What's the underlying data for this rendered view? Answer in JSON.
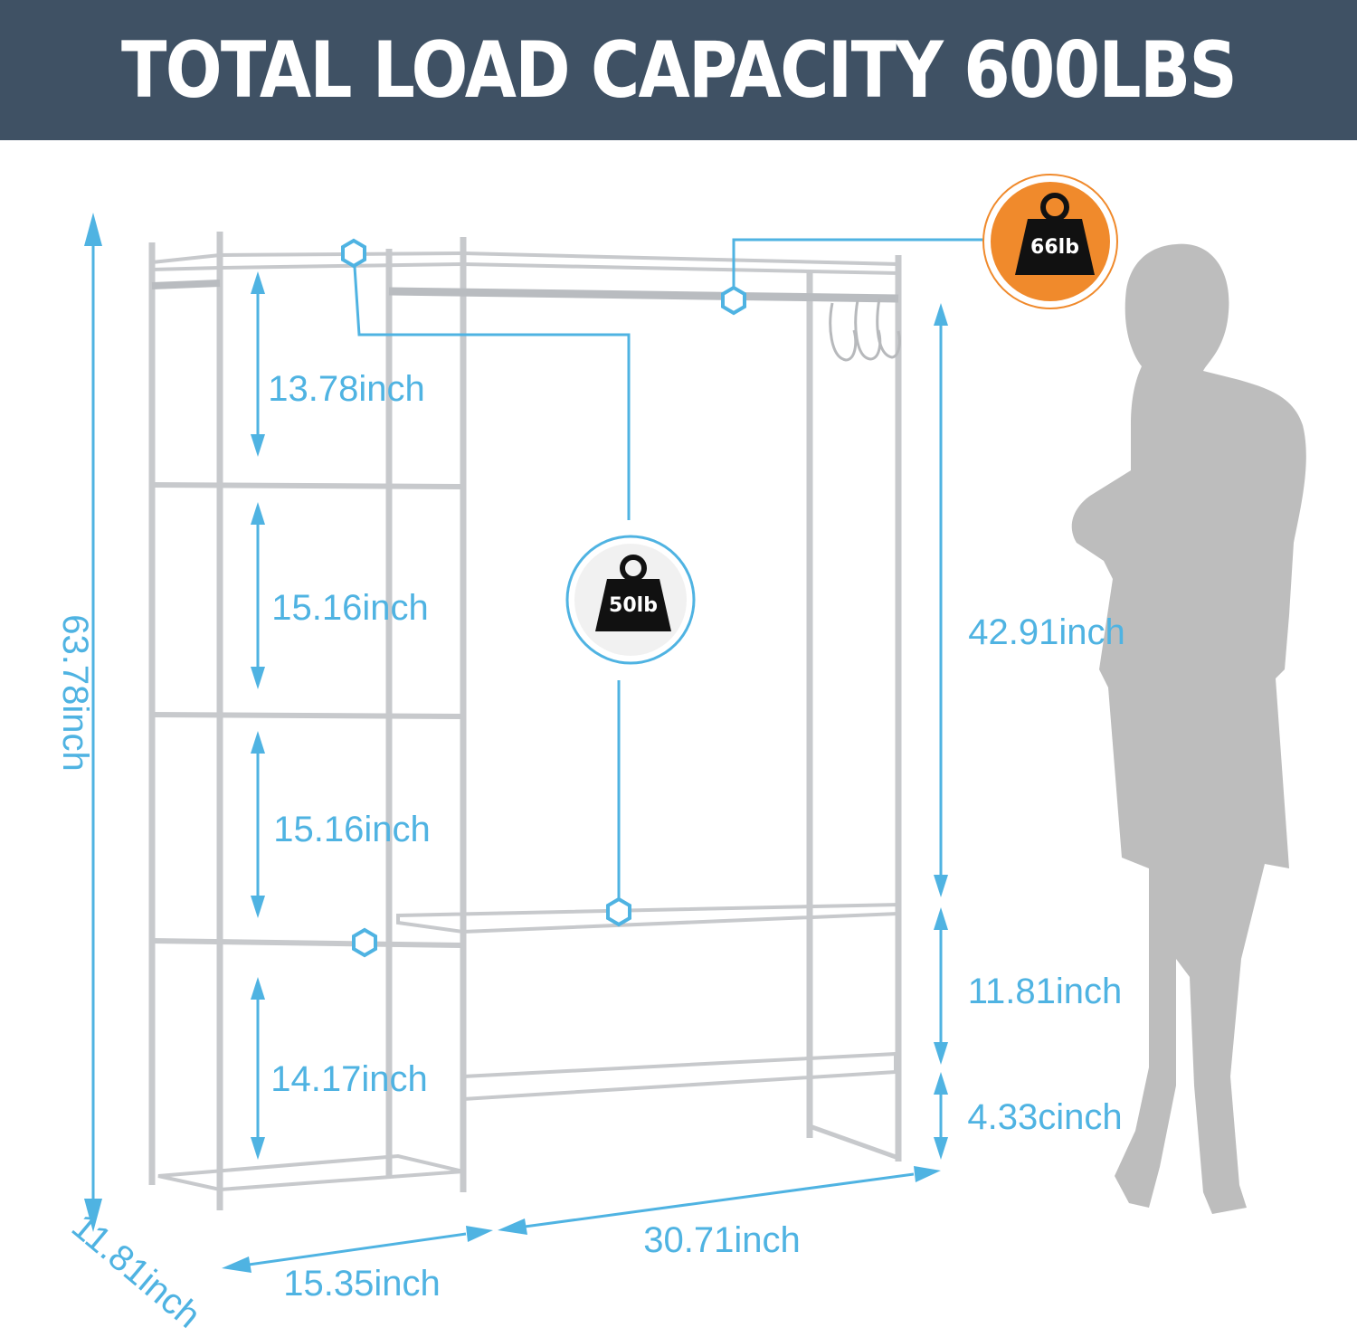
{
  "banner": {
    "title": "TOTAL LOAD CAPACITY 600LBS"
  },
  "dimensions": {
    "total_height": "63.78inch",
    "depth": "11.81inch",
    "left_width": "15.35inch",
    "right_width": "30.71inch",
    "shelf_gap_1": "13.78inch",
    "shelf_gap_2": "15.16inch",
    "shelf_gap_3": "15.16inch",
    "shelf_gap_4": "14.17inch",
    "hanging_height": "42.91inch",
    "lower_gap": "11.81inch",
    "bottom_clearance": "4.33cinch"
  },
  "badges": {
    "rod_load": "66lb",
    "shelf_load": "50lb"
  },
  "colors": {
    "banner_bg": "#3f5164",
    "banner_text": "#ffffff",
    "dimension_blue": "#4fb3e2",
    "rack_silver": "#c7c9cc",
    "badge_orange": "#f08a2c",
    "silhouette": "#bdbdbd",
    "weight_icon": "#111111"
  }
}
